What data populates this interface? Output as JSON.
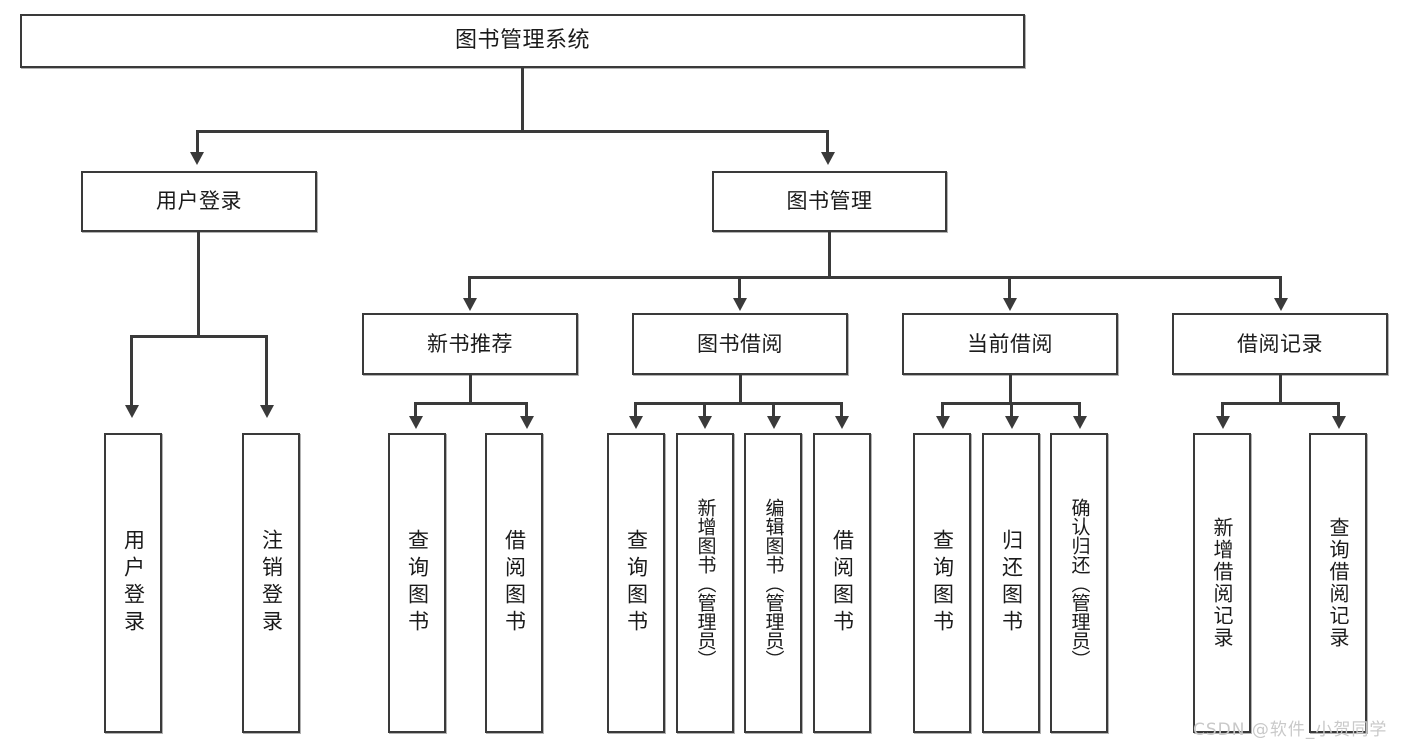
{
  "diagram": {
    "type": "tree-hierarchy",
    "title": "图书管理系统",
    "root": {
      "label": "图书管理系统"
    },
    "level2": [
      {
        "id": "user-login",
        "label": "用户登录"
      },
      {
        "id": "book-manage",
        "label": "图书管理"
      }
    ],
    "level3": [
      {
        "id": "new-book-recommend",
        "label": "新书推荐",
        "parent": "book-manage"
      },
      {
        "id": "book-borrow",
        "label": "图书借阅",
        "parent": "book-manage"
      },
      {
        "id": "current-borrow",
        "label": "当前借阅",
        "parent": "book-manage"
      },
      {
        "id": "borrow-record",
        "label": "借阅记录",
        "parent": "book-manage"
      }
    ],
    "leaves": [
      {
        "id": "leaf-user-login",
        "label": "用户登录",
        "parent": "user-login"
      },
      {
        "id": "leaf-user-logout",
        "label": "注销登录",
        "parent": "user-login"
      },
      {
        "id": "leaf-query-book-1",
        "label": "查询图书",
        "parent": "new-book-recommend"
      },
      {
        "id": "leaf-borrow-book-1",
        "label": "借阅图书",
        "parent": "new-book-recommend"
      },
      {
        "id": "leaf-query-book-2",
        "label": "查询图书",
        "parent": "book-borrow"
      },
      {
        "id": "leaf-add-book",
        "label": "新增图书（管理员）",
        "parent": "book-borrow"
      },
      {
        "id": "leaf-edit-book",
        "label": "编辑图书（管理员）",
        "parent": "book-borrow"
      },
      {
        "id": "leaf-borrow-book-2",
        "label": "借阅图书",
        "parent": "book-borrow"
      },
      {
        "id": "leaf-query-book-3",
        "label": "查询图书",
        "parent": "current-borrow"
      },
      {
        "id": "leaf-return-book",
        "label": "归还图书",
        "parent": "current-borrow"
      },
      {
        "id": "leaf-confirm-return",
        "label": "确认归还（管理员）",
        "parent": "current-borrow"
      },
      {
        "id": "leaf-add-record",
        "label": "新增借阅记录",
        "parent": "borrow-record"
      },
      {
        "id": "leaf-query-record",
        "label": "查询借阅记录",
        "parent": "borrow-record"
      }
    ]
  },
  "watermark": {
    "text": "CSDN @软件_小贺同学"
  },
  "colors": {
    "stroke": "#3a3a3a",
    "text": "#1b1b1b",
    "background": "#ffffff",
    "watermark": "#c9c9c9"
  }
}
